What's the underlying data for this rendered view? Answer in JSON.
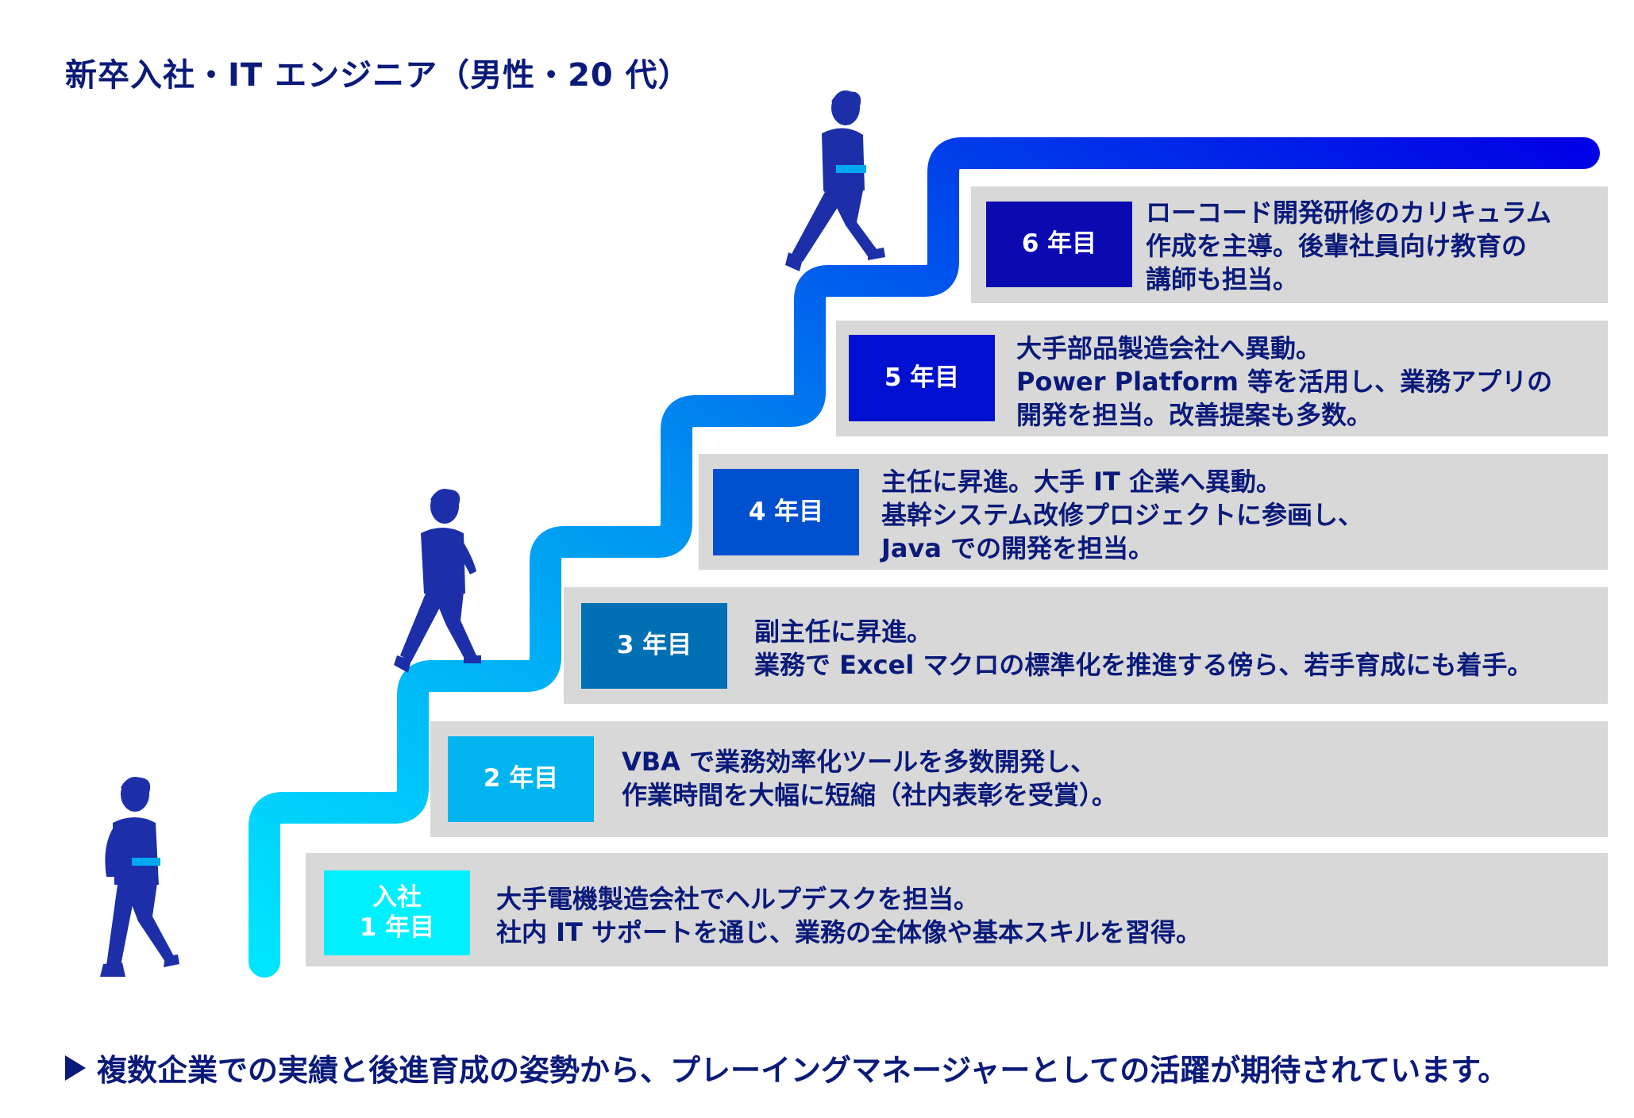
{
  "title": "新卒入社・IT エンジニア（男性・20 代）",
  "colors": {
    "text": "#0a1a7a",
    "panel": "#d8d8d8",
    "stair_start": "#00e5ff",
    "stair_end": "#0000e6",
    "person": "#1c2fa8"
  },
  "steps": [
    {
      "badge_lines": [
        "入社",
        "1 年目"
      ],
      "badge_color": "#00f0ff",
      "lines": [
        "大手電機製造会社でヘルプデスクを担当。",
        "社内 IT サポートを通じ、業務の全体像や基本スキルを習得。"
      ]
    },
    {
      "badge_lines": [
        "2 年目"
      ],
      "badge_color": "#00b4f0",
      "lines": [
        "VBA で業務効率化ツールを多数開発し、",
        "作業時間を大幅に短縮（社内表彰を受賞）。"
      ]
    },
    {
      "badge_lines": [
        "3 年目"
      ],
      "badge_color": "#0070b4",
      "lines": [
        "副主任に昇進。",
        "業務で Excel マクロの標準化を推進する傍ら、若手育成にも着手。"
      ]
    },
    {
      "badge_lines": [
        "4 年目"
      ],
      "badge_color": "#0050d0",
      "lines": [
        "主任に昇進。大手 IT 企業へ異動。",
        "基幹システム改修プロジェクトに参画し、",
        "Java での開発を担当。"
      ]
    },
    {
      "badge_lines": [
        "5 年目"
      ],
      "badge_color": "#0010d0",
      "lines": [
        "大手部品製造会社へ異動。",
        "Power Platform 等を活用し、業務アプリの",
        "開発を担当。改善提案も多数。"
      ]
    },
    {
      "badge_lines": [
        "6 年目"
      ],
      "badge_color": "#0a0ab0",
      "lines": [
        "ローコード開発研修のカリキュラム",
        "作成を主導。後輩社員向け教育の",
        "講師も担当。"
      ]
    }
  ],
  "footer": "複数企業での実績と後進育成の姿勢から、プレーイングマネージャーとしての活躍が期待されています。",
  "icons": [
    "person-icon",
    "arrow-icon"
  ]
}
